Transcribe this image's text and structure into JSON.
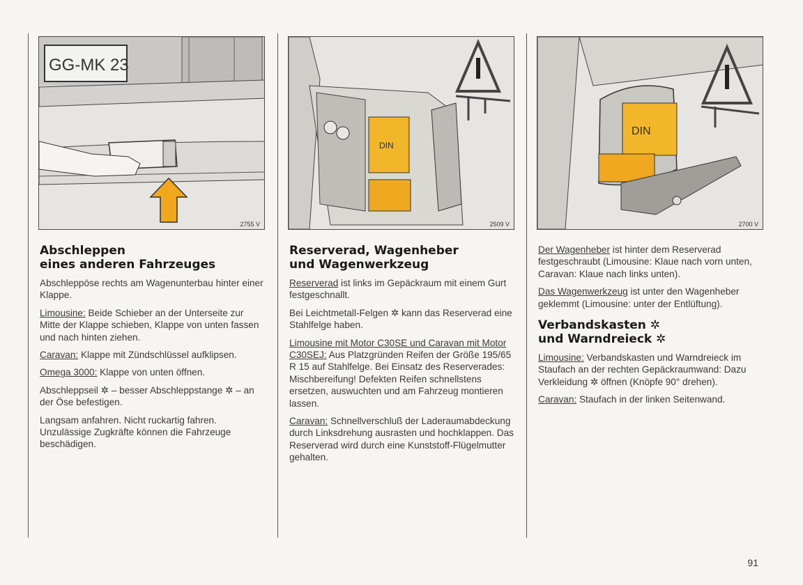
{
  "page_number": "91",
  "columns": [
    {
      "figure": {
        "number": "2755 V",
        "plate_text": "GG-MK 23"
      },
      "heading": [
        "Abschleppen",
        "eines anderen Fahrzeuges"
      ],
      "paragraphs": [
        {
          "lead": "",
          "text": "Abschleppöse rechts am Wagenunterbau hinter einer Klappe."
        },
        {
          "lead": "Limousine:",
          "text": " Beide Schieber an der Unterseite zur Mitte der Klappe schieben, Klappe von unten fassen und nach hinten ziehen."
        },
        {
          "lead": "Caravan:",
          "text": " Klappe mit Zündschlüssel aufklipsen."
        },
        {
          "lead": "Omega 3000:",
          "text": " Klappe von unten öffnen."
        },
        {
          "lead": "",
          "text": "Abschleppseil ✲ – besser Abschleppstange ✲ – an der Öse befestigen."
        },
        {
          "lead": "",
          "text": "Langsam anfahren. Nicht ruckartig fahren. Unzulässige Zugkräfte können die Fahrzeuge beschädigen."
        }
      ]
    },
    {
      "figure": {
        "number": "2509 V",
        "kit_label": "DIN"
      },
      "heading": [
        "Reserverad, Wagenheber",
        "und Wagenwerkzeug"
      ],
      "paragraphs": [
        {
          "lead": "Reserverad",
          "text": " ist links im Gepäckraum mit einem Gurt festgeschnallt."
        },
        {
          "lead": "",
          "text": "Bei Leichtmetall-Felgen ✲ kann das Reserverad eine Stahlfelge haben."
        },
        {
          "lead": "Limousine mit Motor C30SE und Caravan mit Motor C30SEJ:",
          "text": " Aus Platzgründen Reifen der Größe 195/65 R 15 auf Stahlfelge. Bei Einsatz des Reserverades: Mischbereifung! Defekten Reifen schnellstens ersetzen, auswuchten und am Fahrzeug montieren lassen."
        },
        {
          "lead": "Caravan:",
          "text": " Schnellverschluß der Laderaumabdeckung durch Linksdrehung ausrasten und hochklappen. Das Reserverad wird durch eine Kunststoff-Flügelmutter gehalten."
        }
      ]
    },
    {
      "figure": {
        "number": "2700 V",
        "kit_label": "DIN"
      },
      "paragraphs_top": [
        {
          "lead": "Der Wagenheber",
          "text": " ist hinter dem Reserverad festgeschraubt (Limousine: Klaue nach vorn unten, Caravan: Klaue nach links unten)."
        },
        {
          "lead": "Das Wagenwerkzeug",
          "text": " ist unter den Wagenheber geklemmt (Limousine: unter der Entlüftung)."
        }
      ],
      "heading": [
        "Verbandskasten ✲",
        "und Warndreieck ✲"
      ],
      "paragraphs": [
        {
          "lead": "Limousine:",
          "text": " Verbandskasten und Warndreieck im Staufach an der rechten Gepäckraumwand: Dazu Verkleidung ✲ öffnen (Knöpfe 90° drehen)."
        },
        {
          "lead": "Caravan:",
          "text": " Staufach in der linken Seitenwand."
        }
      ]
    }
  ]
}
